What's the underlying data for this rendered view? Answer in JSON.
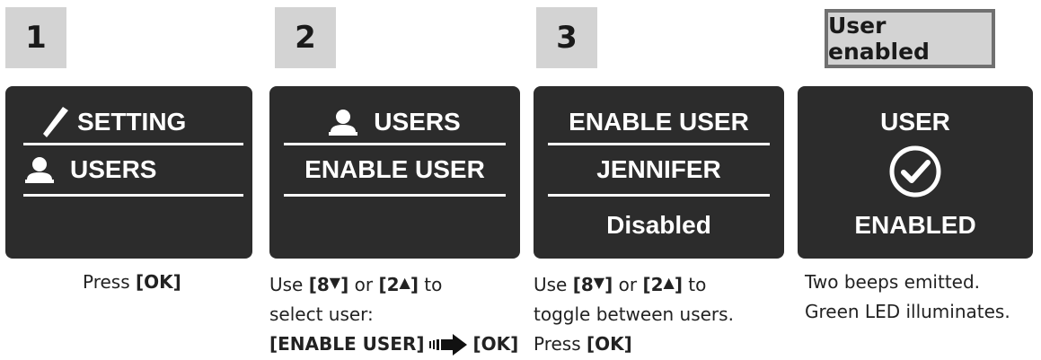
{
  "steps": [
    {
      "number": "1",
      "screen": {
        "line1": "SETTING",
        "line2": "USERS"
      },
      "caption": {
        "pre": "Press ",
        "key": "[OK]"
      }
    },
    {
      "number": "2",
      "screen": {
        "line1": "USERS",
        "line2": "ENABLE USER"
      },
      "caption": {
        "l1_pre": "Use ",
        "key_down": "[8",
        "down_arrow": "▼",
        "key_down_close": "]",
        "or": " or ",
        "key_up": "[2",
        "up_arrow": "▲",
        "key_up_close": "]",
        "l1_post": " to",
        "l2": "select user:",
        "l3_key": "[ENABLE USER]",
        "l3_ok": "[OK]"
      }
    },
    {
      "number": "3",
      "screen": {
        "line1": "ENABLE USER",
        "line2": "JENNIFER",
        "line3": "Disabled"
      },
      "caption": {
        "l1_pre": "Use ",
        "key_down": "[8",
        "down_arrow": "▼",
        "key_down_close": "]",
        "or": " or ",
        "key_up": "[2",
        "up_arrow": "▲",
        "key_up_close": "]",
        "l1_post": " to",
        "l2": "toggle between users.",
        "l3_pre": "Press ",
        "l3_key": "[OK]"
      }
    },
    {
      "result_label": "User enabled",
      "screen": {
        "line1": "USER",
        "line2": "ENABLED"
      },
      "caption": {
        "l1": "Two beeps emitted.",
        "l2": "Green LED illuminates."
      }
    }
  ],
  "icons": [
    "pencil-icon",
    "user-icon",
    "checkmark-circle-icon",
    "arrow-right-icon"
  ],
  "colors": {
    "screen_bg": "#2c2c2c",
    "badge_bg": "#d3d3d3",
    "result_border": "#707070"
  }
}
